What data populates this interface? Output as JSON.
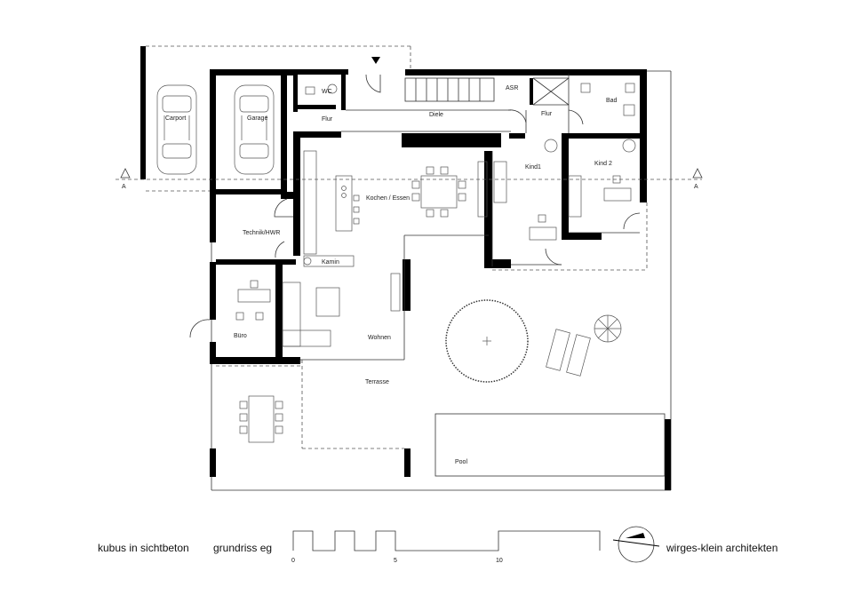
{
  "rooms": {
    "carport": "Carport",
    "garage": "Garage",
    "wc": "WC",
    "flur1": "Flur",
    "diele": "Diele",
    "asr": "ASR",
    "flur2": "Flur",
    "bad": "Bad",
    "kind1": "Kind1",
    "kind2": "Kind 2",
    "kochen": "Kochen / Essen",
    "technik": "Technik/HWR",
    "kamin": "Kamin",
    "buero": "Büro",
    "wohnen": "Wohnen",
    "terrasse": "Terrasse",
    "pool": "Pool"
  },
  "section": {
    "left": "A",
    "right": "A"
  },
  "footer": {
    "project": "kubus in sichtbeton",
    "drawing": "grundriss eg",
    "office": "wirges-klein architekten",
    "scale_labels": [
      "0",
      "5",
      "10"
    ]
  }
}
